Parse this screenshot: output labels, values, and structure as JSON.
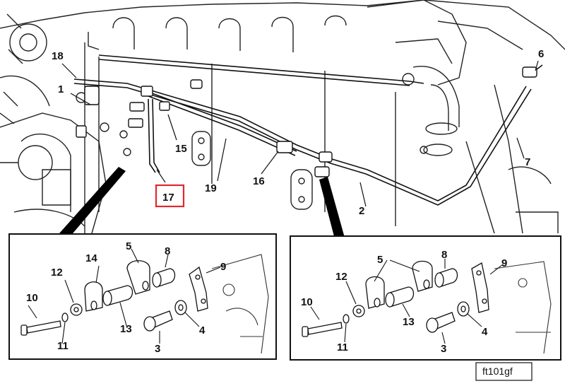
{
  "figure_code": "ft101gf",
  "highlight_color": "#e0282d",
  "main_callouts": {
    "c1": "1",
    "c2": "2",
    "c6": "6",
    "c7": "7",
    "c15": "15",
    "c16": "16",
    "c17": "17",
    "c18": "18",
    "c19": "19"
  },
  "left_detail": {
    "c3": "3",
    "c4": "4",
    "c5": "5",
    "c8": "8",
    "c9": "9",
    "c10": "10",
    "c11": "11",
    "c12": "12",
    "c13": "13",
    "c14": "14"
  },
  "right_detail": {
    "c3": "3",
    "c4": "4",
    "c5": "5",
    "c8": "8",
    "c9": "9",
    "c10": "10",
    "c11": "11",
    "c12": "12",
    "c13": "13"
  }
}
